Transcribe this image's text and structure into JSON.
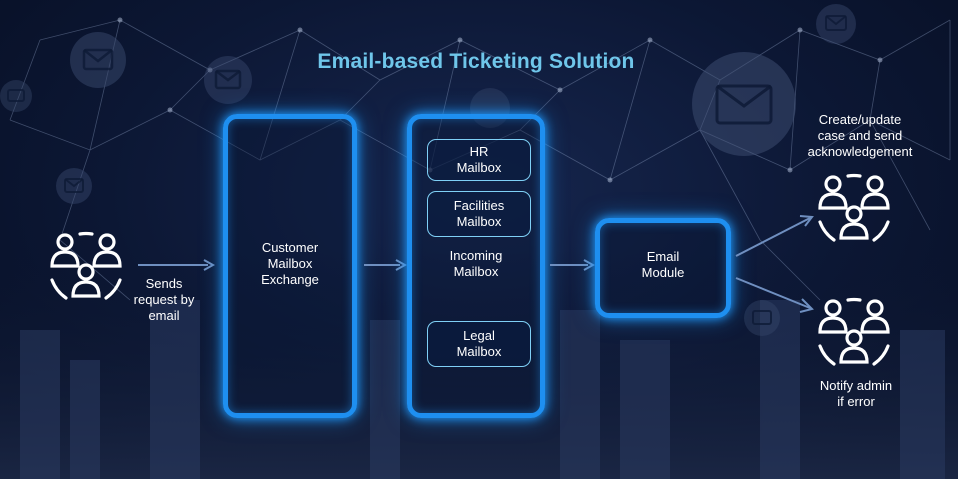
{
  "title": "Email-based Ticketing Solution",
  "nodes": {
    "sender_label": "Sends\nrequest by\nemail",
    "exchange_label": "Customer\nMailbox\nExchange",
    "mailboxes": {
      "hr": "HR\nMailbox",
      "facilities": "Facilities\nMailbox",
      "incoming": "Incoming\nMailbox",
      "legal": "Legal\nMailbox"
    },
    "email_module": "Email\nModule",
    "create_update_label": "Create/update\ncase and send\nacknowledgement",
    "notify_admin_label": "Notify admin\nif error"
  },
  "icons": {
    "sender": "user-group-icon",
    "case_team": "user-group-icon",
    "admin_team": "user-group-icon",
    "background": "envelope-icon"
  },
  "colors": {
    "title": "#6fc6ea",
    "glow_border": "#1e8ff0",
    "mailbox_border": "#7fd0f6",
    "text": "#ffffff",
    "background": "#0a1633"
  }
}
